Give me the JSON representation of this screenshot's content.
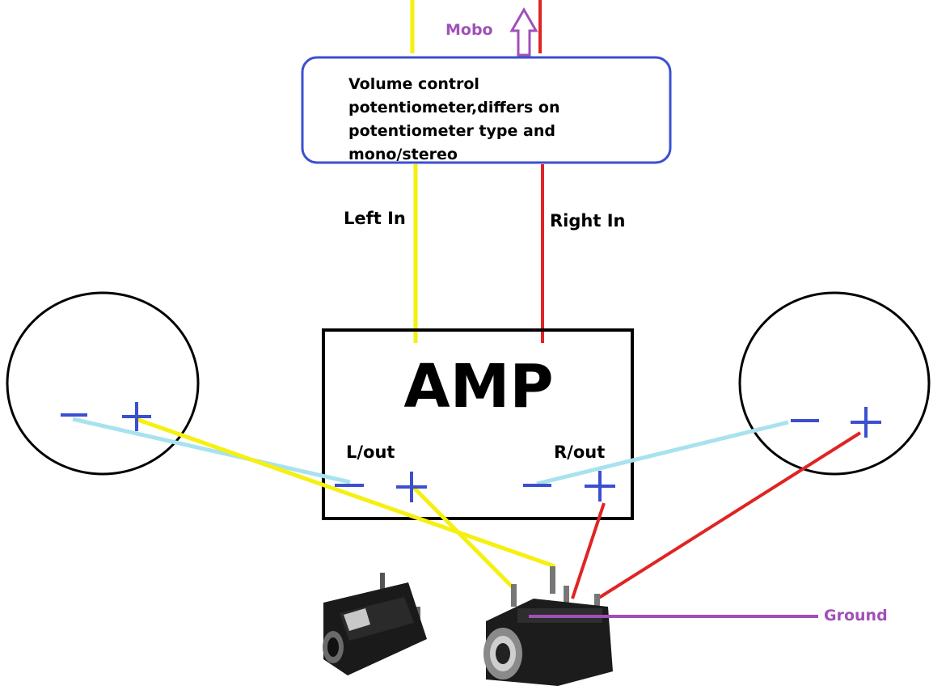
{
  "labels": {
    "mobo": "Mobo",
    "pot_description": "Volume control potentiometer,differs on potentiometer type and mono/stereo",
    "left_in": "Left In",
    "right_in": "Right In",
    "amp": "AMP",
    "l_out": "L/out",
    "r_out": "R/out",
    "ground": "Ground"
  },
  "colors": {
    "left_wire": "#f5f010",
    "right_wire": "#e02424",
    "pot_box_border": "#3b4fd0",
    "mobo_label": "#a050b8",
    "ground_wire": "#a050b8",
    "negative_wire": "#a8e2ee",
    "terminal_symbol": "#3b4fd0",
    "outline": "#000000"
  }
}
